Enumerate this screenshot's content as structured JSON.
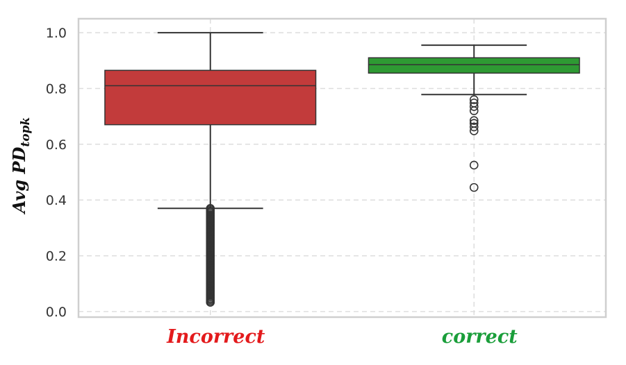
{
  "chart_data": {
    "type": "box",
    "title": "",
    "xlabel": "",
    "ylabel": "Avg PD",
    "ylabel_subscript": "topk",
    "ylim": [
      -0.02,
      1.05
    ],
    "yticks": [
      "0.0",
      "0.2",
      "0.4",
      "0.6",
      "0.8",
      "1.0"
    ],
    "grid": true,
    "categories": [
      "Incorrect",
      "correct"
    ],
    "category_label_colors": [
      "#e31a1c",
      "#1a9e3a"
    ],
    "boxes": [
      {
        "category": "Incorrect",
        "color": "#c23b3b",
        "q1": 0.67,
        "median": 0.81,
        "q3": 0.865,
        "whisker_low": 0.37,
        "whisker_high": 1.0,
        "outliers_range": [
          0.033,
          0.37
        ]
      },
      {
        "category": "correct",
        "color": "#2e9a33",
        "q1": 0.855,
        "median": 0.885,
        "q3": 0.91,
        "whisker_low": 0.778,
        "whisker_high": 0.955,
        "outliers": [
          0.76,
          0.748,
          0.735,
          0.72,
          0.685,
          0.675,
          0.662,
          0.648,
          0.525,
          0.445
        ]
      }
    ]
  }
}
